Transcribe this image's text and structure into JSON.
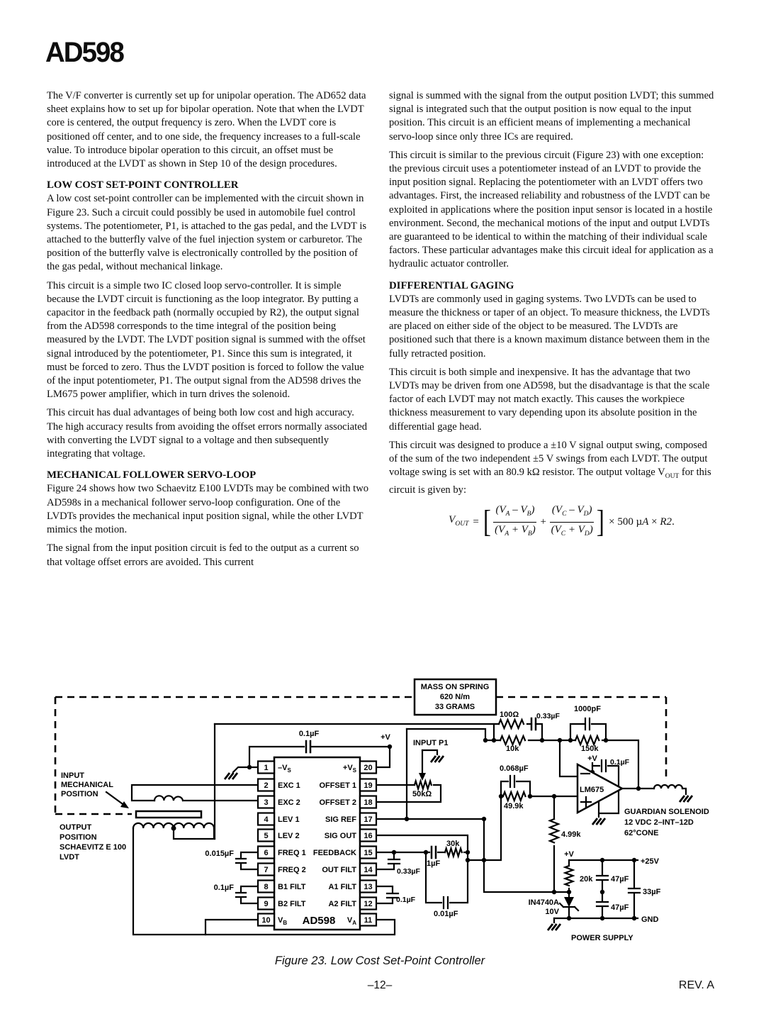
{
  "header": {
    "title": "AD598"
  },
  "footer": {
    "page_number": "–12–",
    "revision": "REV. A"
  },
  "columns": {
    "left": {
      "p1": "The V/F converter is currently set up for unipolar operation. The AD652 data sheet explains how to set up for bipolar operation. Note that when the LVDT core is centered, the output frequency is zero. When the LVDT core is positioned off center, and to one side, the frequency increases to a full-scale value. To introduce bipolar operation to this circuit, an offset must be introduced at the LVDT as shown in Step 10 of the design procedures.",
      "h1": "LOW COST SET-POINT CONTROLLER",
      "p2": "A low cost set-point controller can be implemented with the circuit shown in Figure 23. Such a circuit could possibly be used in automobile fuel control systems. The potentiometer, P1, is attached to the gas pedal, and the LVDT is attached to the butterfly valve of the fuel injection system or carburetor. The position of the butterfly valve is electronically controlled by the position of the gas pedal, without mechanical linkage.",
      "p3": "This circuit is a simple two IC closed loop servo-controller. It is simple because the LVDT circuit is functioning as the loop integrator. By putting a capacitor in the feedback path (normally occupied by R2), the output signal from the AD598 corresponds to the time integral of the position being measured by the LVDT. The LVDT position signal is summed with the offset signal introduced by the potentiometer, P1. Since this sum is integrated, it must be forced to zero. Thus the LVDT position is forced to follow the value of the input potentiometer, P1. The output signal from the AD598 drives the LM675 power amplifier, which in turn drives the solenoid.",
      "p4": "This circuit has dual advantages of being both low cost and high accuracy. The high accuracy results from avoiding the offset errors normally associated with converting the LVDT signal to a voltage and then subsequently integrating that voltage.",
      "h2": "MECHANICAL FOLLOWER SERVO-LOOP",
      "p5": "Figure 24 shows how two Schaevitz E100 LVDTs may be combined with two AD598s in a mechanical follower servo-loop configuration. One of the LVDTs provides the mechanical input position signal, while the other LVDT mimics the motion.",
      "p6": "The signal from the input position circuit is fed to the output as a current so that voltage offset errors are avoided. This current"
    },
    "right": {
      "p1": "signal is summed with the signal from the output position LVDT; this summed signal is integrated such that the output position is now equal to the input position. This circuit is an efficient means of implementing a mechanical servo-loop since only three ICs are required.",
      "p2": "This circuit is similar to the previous circuit (Figure 23) with one exception: the previous circuit uses a potentiometer instead of an LVDT to provide the input position signal. Replacing the potentiometer with an LVDT offers two advantages. First, the increased reliability and robustness of the LVDT can be exploited in applications where the position input sensor is located in a hostile environment. Second, the mechanical motions of the input and output LVDTs are guaranteed to be identical to within the matching of their individual scale factors. These particular advantages make this circuit ideal for application as a hydraulic actuator controller.",
      "h1": "DIFFERENTIAL GAGING",
      "p3": "LVDTs are commonly used in gaging systems. Two LVDTs can be used to measure the thickness or taper of an object. To measure thickness, the LVDTs are placed on either side of the object to be measured. The LVDTs are positioned such that there is a known maximum distance between them in the fully retracted position.",
      "p4": "This circuit is both simple and inexpensive. It has the advantage that two LVDTs may be driven from one AD598, but the disadvantage is that the scale factor of each LVDT may not match exactly. This causes the workpiece thickness measurement to vary depending upon its absolute position in the differential gage head.",
      "p5a": "This circuit was designed to produce a ±10 V signal output swing, composed of the sum of the two independent ±5 V swings from each LVDT. The output voltage swing is set with an 80.9 kΩ resistor. The output voltage V",
      "p5sub": "OUT",
      "p5b": " for this circuit is given by:"
    }
  },
  "formula": {
    "lhs_base": "V",
    "lhs_sub": "OUT",
    "equals": "=",
    "f1": {
      "n1": "(V",
      "ns1": "A",
      "nop": " – ",
      "n2": "V",
      "ns2": "B",
      "nc": ")",
      "d1": "(V",
      "ds1": "A",
      "dop": " + ",
      "d2": "V",
      "ds2": "B",
      "dc": ")"
    },
    "plus": "+",
    "f2": {
      "n1": "(V",
      "ns1": "C",
      "nop": " – ",
      "n2": "V",
      "ns2": "D",
      "nc": ")",
      "d1": "(V",
      "ds1": "C",
      "dop": " + ",
      "d2": "V",
      "ds2": "D",
      "dc": ")"
    },
    "t1": "× 500 µ",
    "t2": "A",
    "t3": " × ",
    "t4": "R2",
    "t5": "."
  },
  "figure": {
    "caption": "Figure 23.  Low Cost Set-Point Controller",
    "mass": {
      "l1": "MASS ON SPRING",
      "l2": "620 N/m",
      "l3": "33 GRAMS"
    },
    "input_mech": {
      "l1": "INPUT",
      "l2": "MECHANICAL",
      "l3": "POSITION"
    },
    "output_lvdt": {
      "l1": "OUTPUT",
      "l2": "POSITION",
      "l3": "SCHAEVITZ E 100",
      "l4": "LVDT"
    },
    "chip": {
      "name": "AD598",
      "left_nums": [
        "1",
        "2",
        "3",
        "4",
        "5",
        "6",
        "7",
        "8",
        "9",
        "10"
      ],
      "right_nums": [
        "20",
        "19",
        "18",
        "17",
        "16",
        "15",
        "14",
        "13",
        "12",
        "11"
      ],
      "left_labels": [
        "",
        "EXC 1",
        "EXC 2",
        "LEV 1",
        "LEV 2",
        "FREQ 1",
        "FREQ 2",
        "B1 FILT",
        "B2 FILT",
        ""
      ],
      "right_labels": [
        "",
        "OFFSET 1",
        "OFFSET 2",
        "SIG REF",
        "SIG OUT",
        "FEEDBACK",
        "OUT FILT",
        "A1 FILT",
        "A2 FILT",
        ""
      ],
      "vneg": {
        "b": "–V",
        "s": "S"
      },
      "vpos": {
        "b": "+V",
        "s": "S"
      },
      "vb": {
        "b": "V",
        "s": "B"
      },
      "va": {
        "b": "V",
        "s": "A"
      }
    },
    "labels": {
      "top_cap": "0.1µF",
      "top_supply": "+V",
      "input_pot": "INPUT P1",
      "pot_value": "50kΩ",
      "c_freq": "0.015µF",
      "c_bfilt": "0.1µF",
      "r100": "100Ω",
      "c033": "0.33µF",
      "r10k": "10k",
      "c1000p": "1000pF",
      "r150k": "150k",
      "c0068": "0.068µF",
      "r499": "49.9k",
      "fb_c033": "0.33µF",
      "fb_c1u": "1µF",
      "fb_r30k": "30k",
      "fb_c01": "0.1µF",
      "fb_c001": "0.01µF",
      "amp": "LM675",
      "amp_supply": "+V",
      "amp_cap": "0.1µF",
      "sol1": "GUARDIAN SOLENOID",
      "sol2": "12 VDC 2–INT–12D",
      "sol3": "62°CONE",
      "r499k": "4.99k",
      "ps_supply": "+V",
      "ps_r20k": "20k",
      "zener1": "IN4740A",
      "zener2": "10V",
      "c47a": "47µF",
      "c47b": "47µF",
      "c33": "33µF",
      "p25": "+25V",
      "gnd": "GND",
      "ps_label": "POWER SUPPLY"
    }
  }
}
